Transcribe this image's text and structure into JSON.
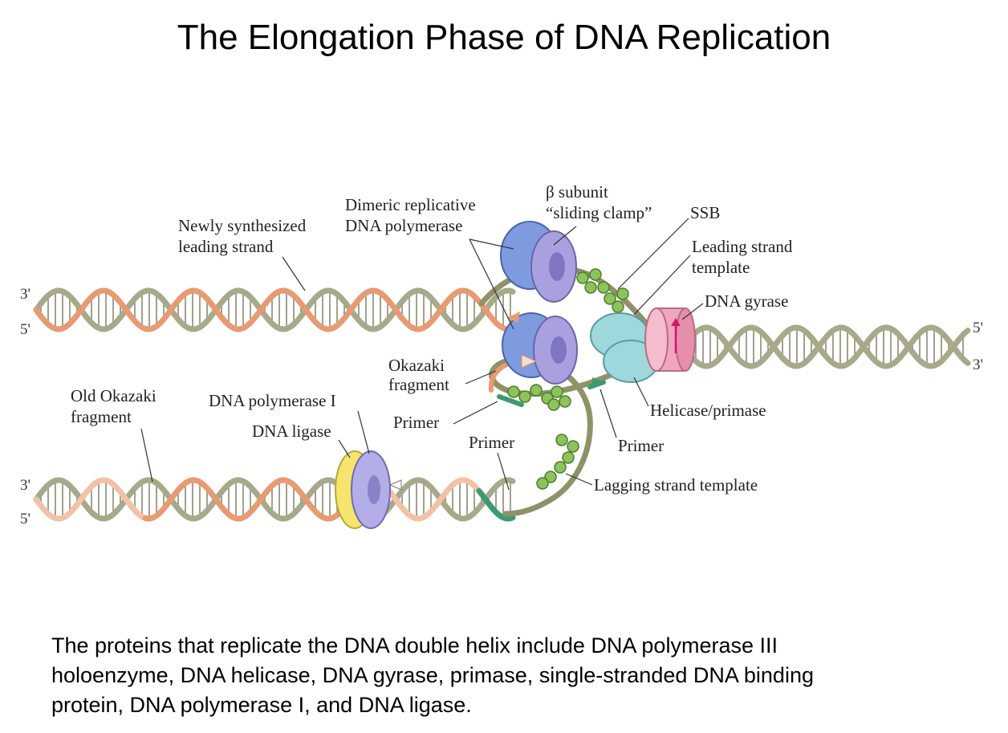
{
  "title": "The Elongation Phase of DNA Replication",
  "caption": {
    "line1": "The proteins that replicate the DNA double helix include DNA polymerase III",
    "line2": "holoenzyme, DNA helicase, DNA gyrase, primase, single-stranded DNA binding",
    "line3": "protein, DNA polymerase I, and DNA ligase."
  },
  "labels": {
    "newly_synthesized_1": "Newly synthesized",
    "newly_synthesized_2": "leading strand",
    "dimeric_1": "Dimeric replicative",
    "dimeric_2": "DNA polymerase",
    "beta_1": "β subunit",
    "beta_2": "“sliding clamp”",
    "ssb": "SSB",
    "leading_template_1": "Leading strand",
    "leading_template_2": "template",
    "gyrase": "DNA gyrase",
    "okazaki_1": "Okazaki",
    "okazaki_2": "fragment",
    "old_okazaki_1": "Old Okazaki",
    "old_okazaki_2": "fragment",
    "pol1": "DNA polymerase I",
    "ligase": "DNA ligase",
    "primer_a": "Primer",
    "primer_b": "Primer",
    "primer_c": "Primer",
    "helicase": "Helicase/primase",
    "lagging_template": "Lagging strand template"
  },
  "strand_ends": {
    "top_left_3": "3'",
    "top_left_5": "5'",
    "right_5": "5'",
    "right_3": "3'",
    "bottom_left_3": "3'",
    "bottom_left_5": "5'"
  },
  "colors": {
    "parental_strand": "#a7a98a",
    "new_leading_strand": "#e89a72",
    "okazaki_fragment": "#f2c2a6",
    "primer": "#3e9a6e",
    "polymerase_core": "#7f9be0",
    "sliding_clamp": "#a9a0e0",
    "helicase_primase": "#9ed8dc",
    "gyrase": "#f0a6bf",
    "pol1": "#b3aee8",
    "ligase": "#f5e46e",
    "ssb": "#8cc35a"
  }
}
